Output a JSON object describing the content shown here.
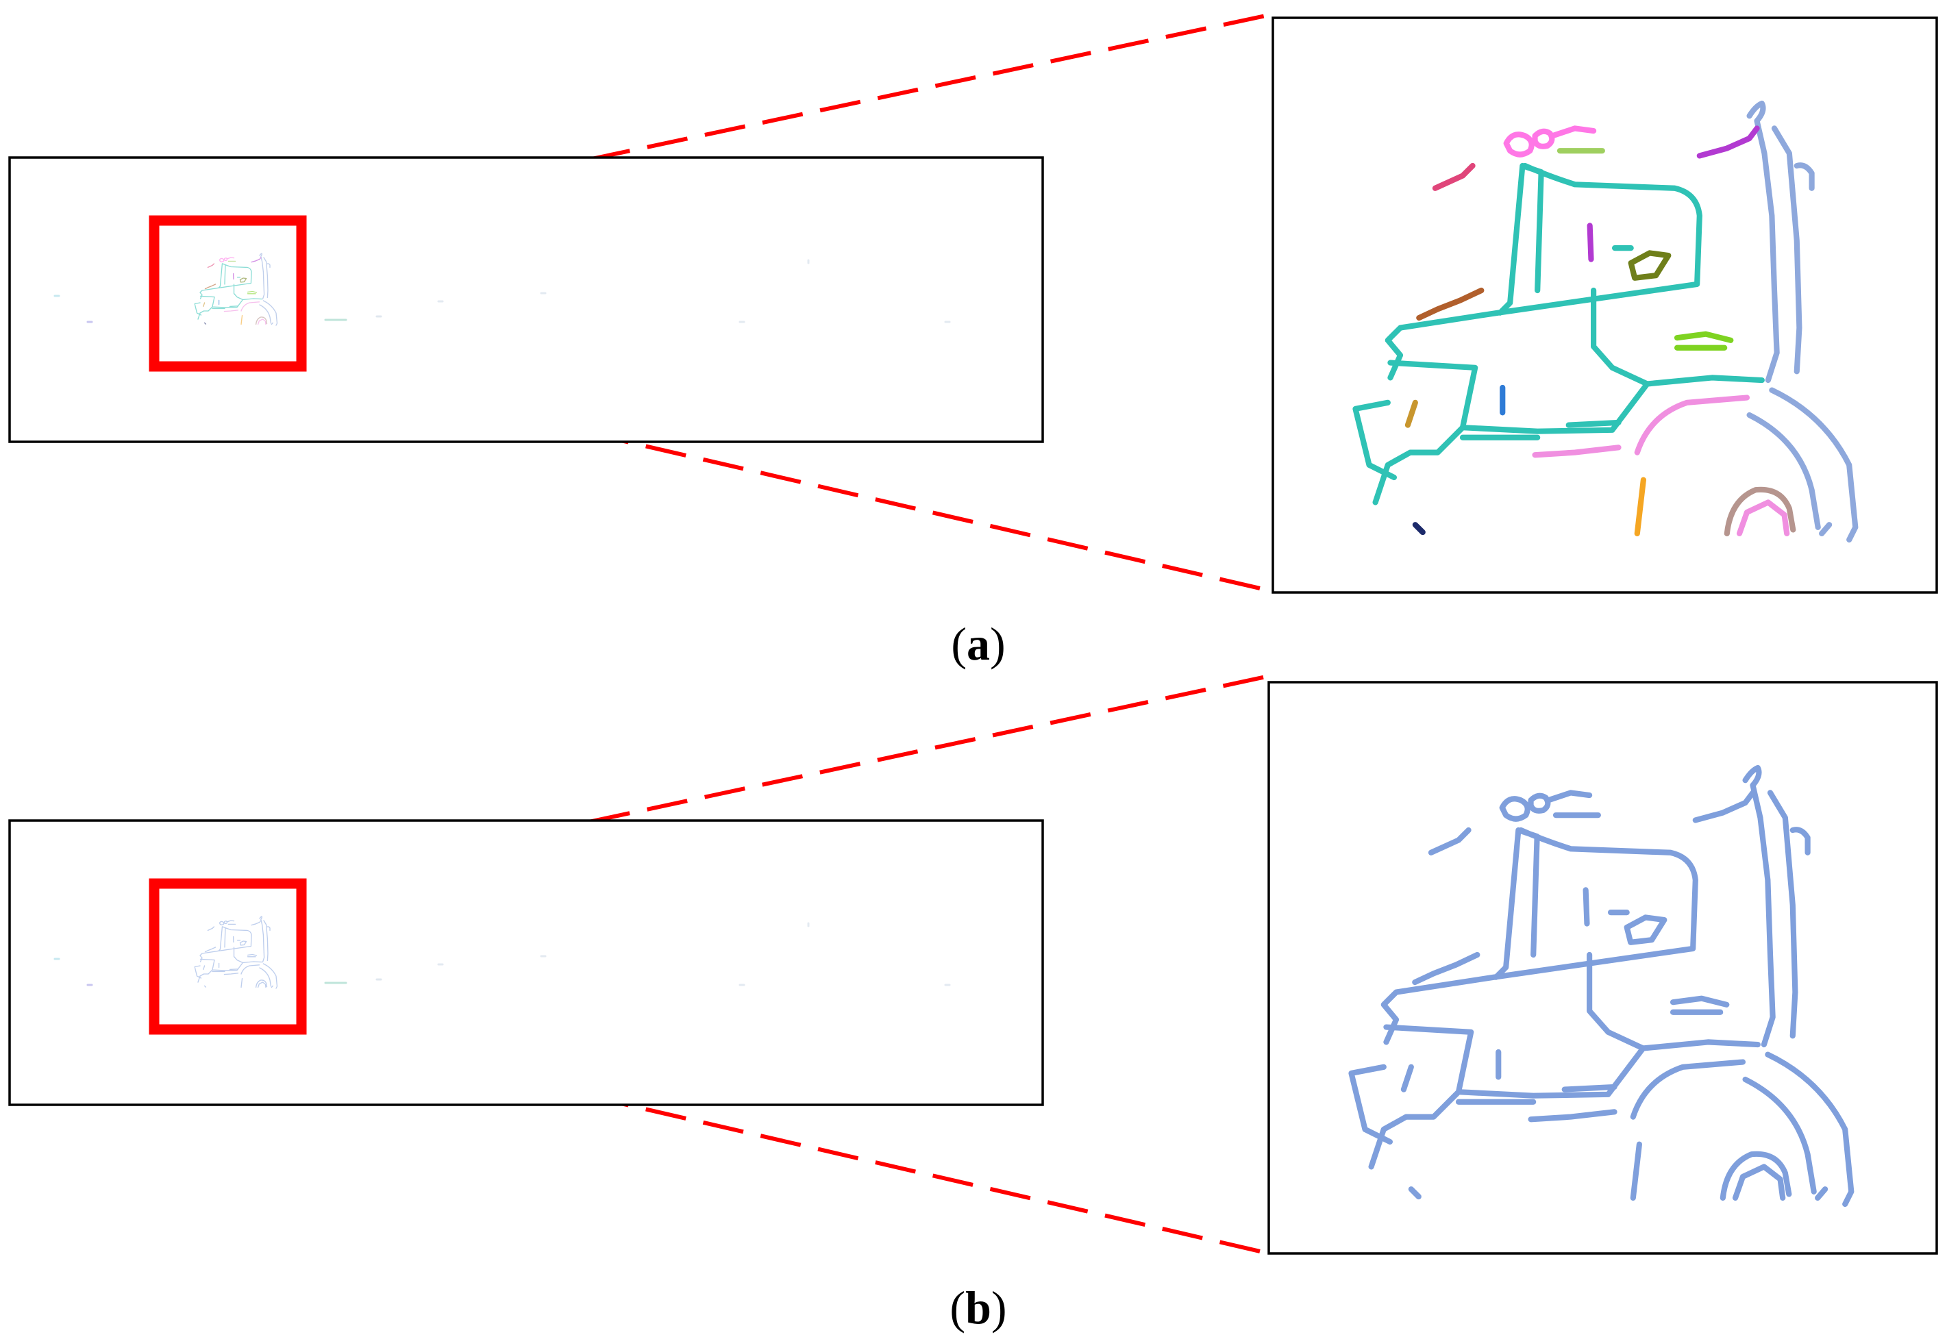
{
  "panels": [
    {
      "id": "a",
      "label_open": "(",
      "label_letter": "a",
      "label_close": ")",
      "coloring": "multi-color",
      "line_colors": [
        "#2fc2b5",
        "#ff77e6",
        "#9fcf5f",
        "#e0457a",
        "#8e7dd6",
        "#b15f2c",
        "#6f7f1a",
        "#7ed321",
        "#c8962e",
        "#2e7bd6",
        "#f08fe0",
        "#f5a623",
        "#b6958e",
        "#1c2a6a",
        "#8ea8dc",
        "#b23ad1"
      ]
    },
    {
      "id": "b",
      "label_open": "(",
      "label_letter": "b",
      "label_close": ")",
      "coloring": "single-color",
      "line_colors": [
        "#7f9fdc"
      ]
    }
  ],
  "colors": {
    "highlight": "#ff0000",
    "frame": "#000000",
    "background": "#ffffff"
  }
}
